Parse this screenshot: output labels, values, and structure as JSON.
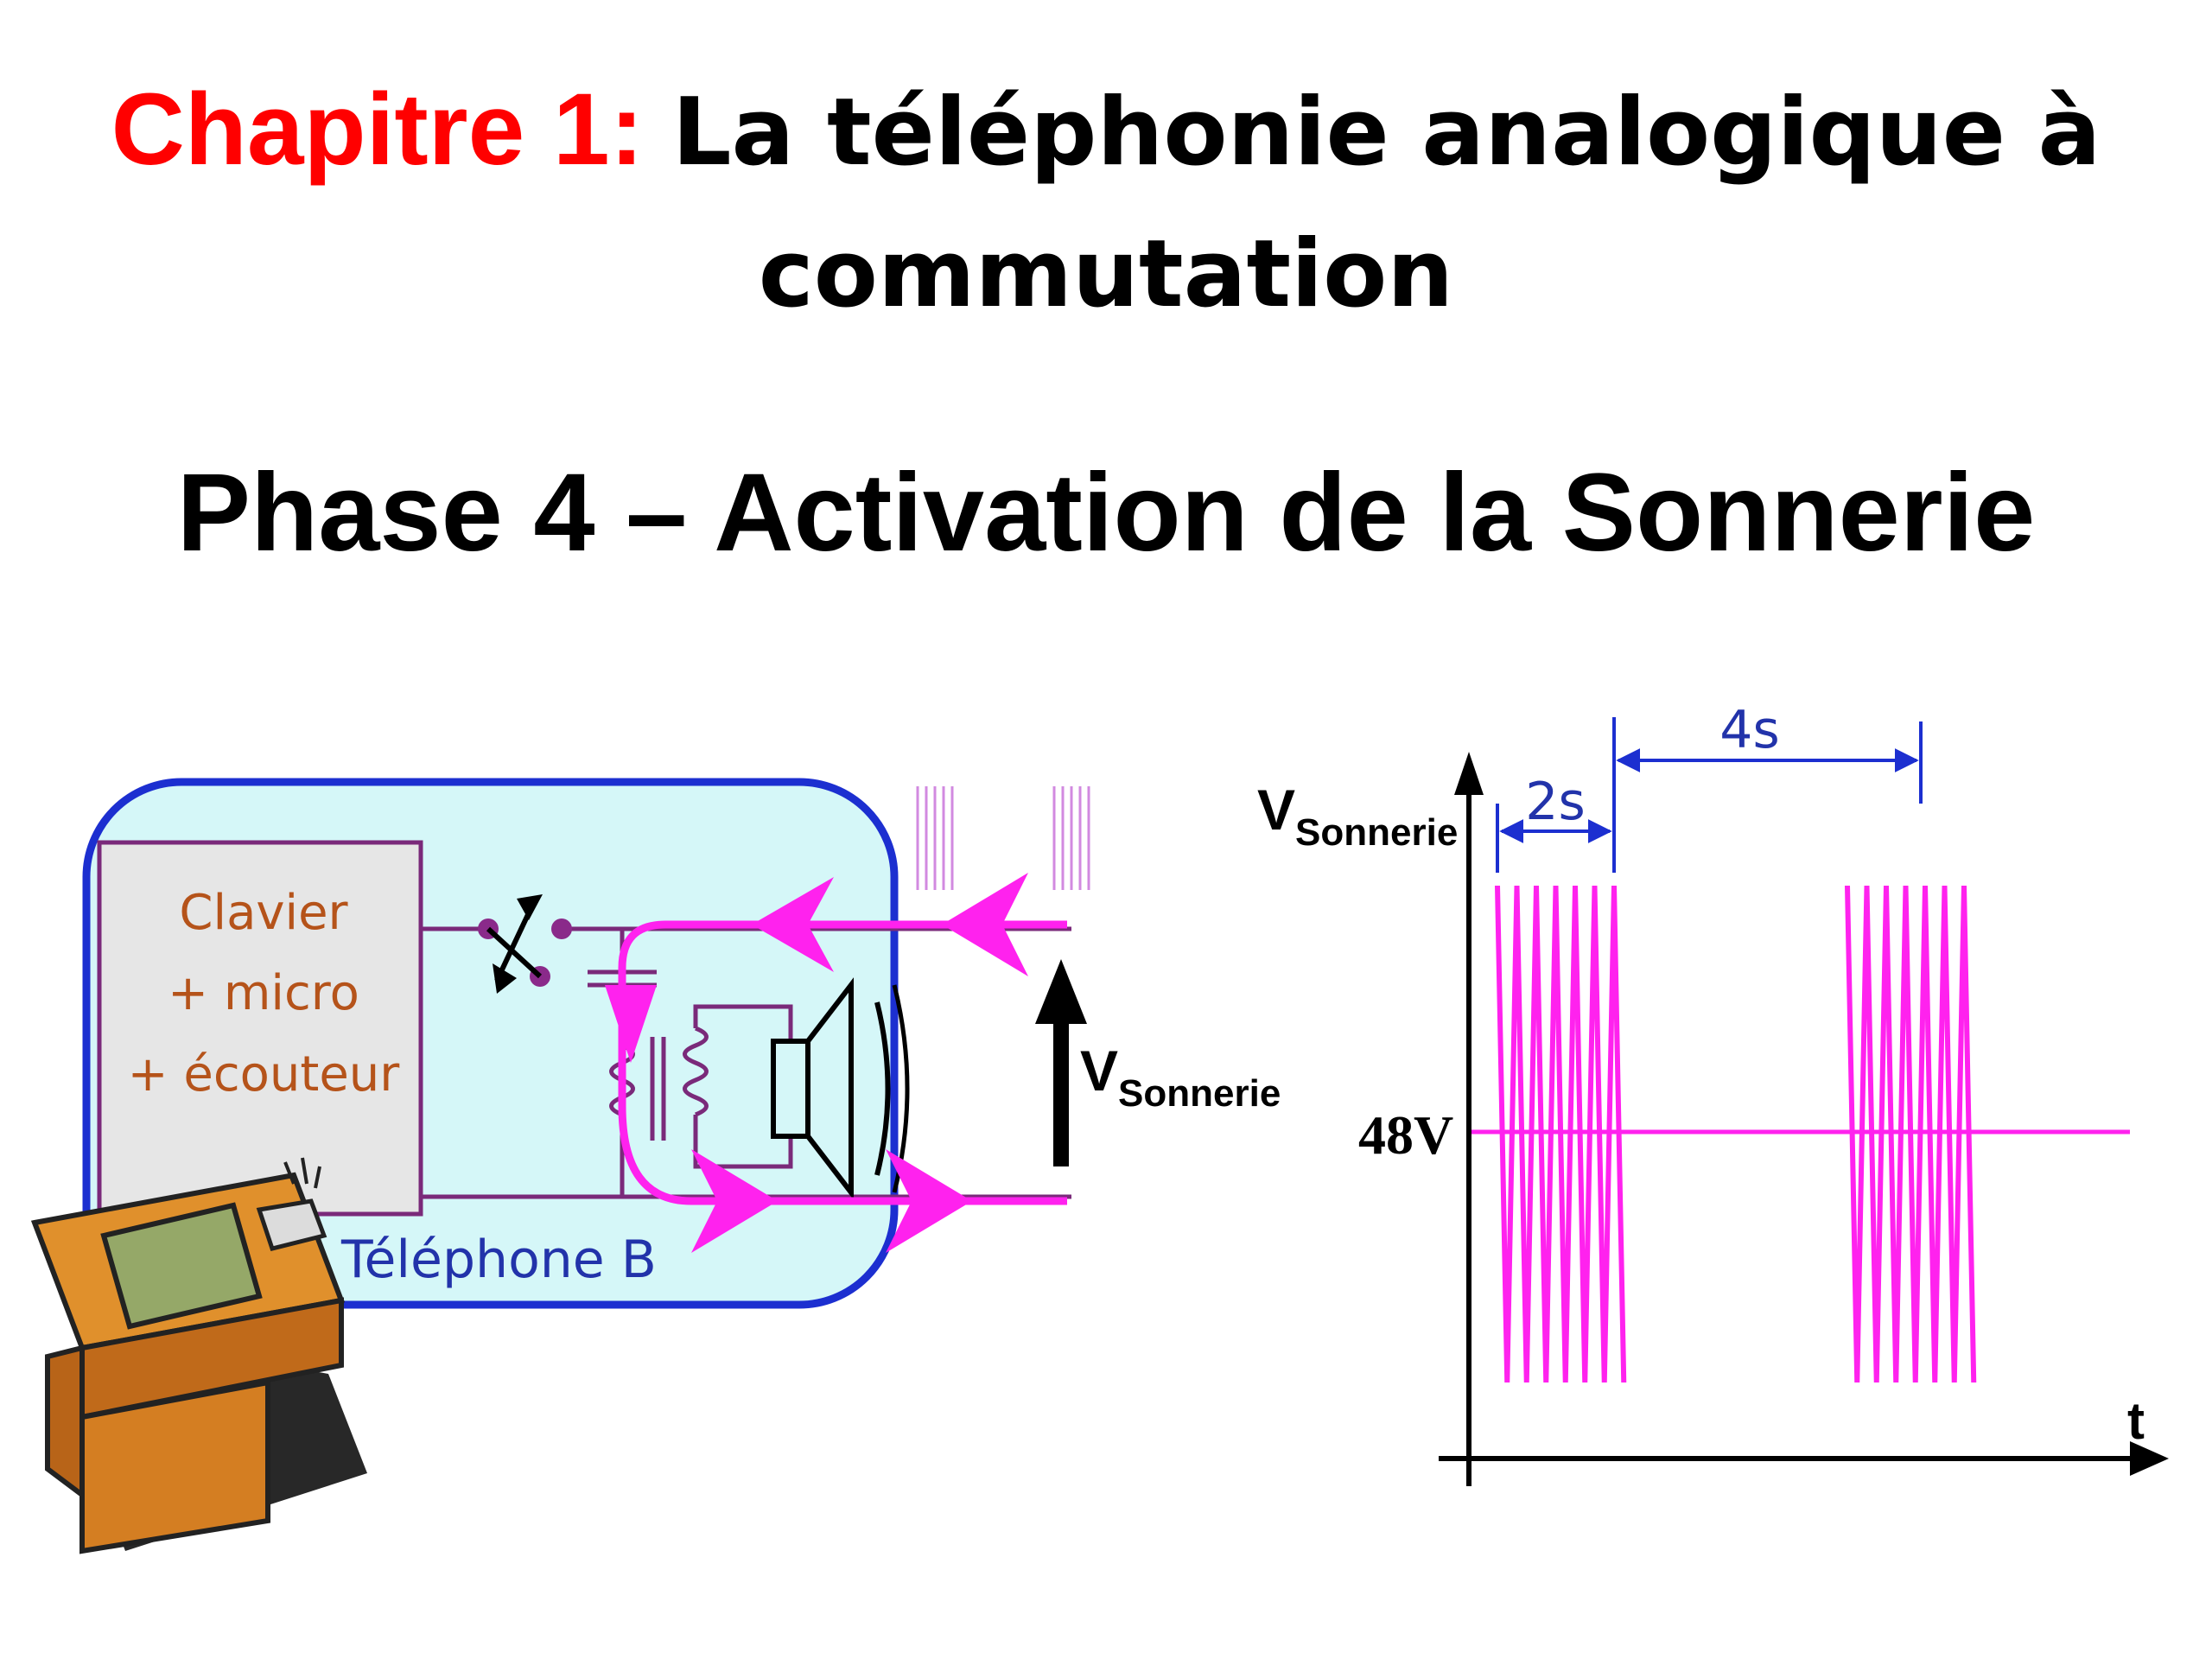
{
  "title": {
    "chapter": "Chapitre 1:",
    "line1": "La téléphonie analogique à",
    "line2": "commutation"
  },
  "subtitle": "Phase 4 – Activation de la Sonnerie",
  "circuit": {
    "box_lines": [
      "Clavier",
      "+ micro",
      "+ écouteur"
    ],
    "phone_label": "Téléphone B",
    "voltage_main": "V",
    "voltage_sub": "Sonnerie"
  },
  "chart": {
    "y_label_main": "V",
    "y_label_sub": "Sonnerie",
    "t_label": "t",
    "level_label": "48V",
    "dim_short": "2s",
    "dim_long": "4s"
  },
  "colors": {
    "magenta": "#ff22ee",
    "blue": "#1c2fd0",
    "box_fill": "#e6e6e6",
    "phone_bg": "#d5f7f8",
    "wire": "#7a2a7a"
  },
  "chart_data": {
    "type": "line",
    "title": "",
    "xlabel": "t",
    "ylabel": "VSonnerie",
    "series": [
      {
        "values": [
          {
            "from_s": 0,
            "to_s": 2,
            "state": "ringing"
          },
          {
            "from_s": 2,
            "to_s": 6,
            "state": "rest"
          },
          {
            "from_s": 6,
            "to_s": 8,
            "state": "ringing"
          }
        ]
      }
    ],
    "baseline_label": "48V",
    "annotations": [
      "2s",
      "4s"
    ]
  }
}
